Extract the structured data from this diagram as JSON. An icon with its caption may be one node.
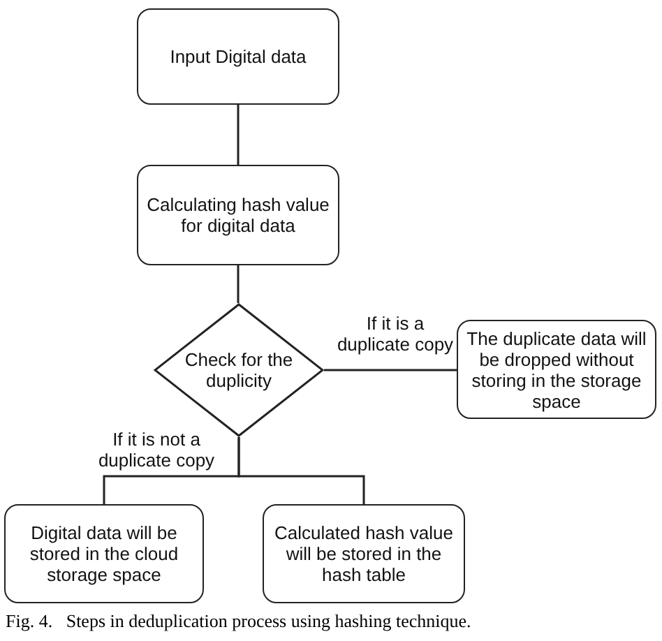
{
  "diagram": {
    "caption": "Fig. 4.   Steps in deduplication process using hashing technique.",
    "nodes": [
      {
        "text": [
          "Input Digital data"
        ]
      },
      {
        "text": [
          "Calculating hash value for digital data"
        ]
      },
      {
        "text": [
          "Check for the duplicity"
        ]
      },
      {
        "text": [
          "The duplicate data will be dropped without storing in the storage space"
        ]
      },
      {
        "text": [
          "Digital data will be stored in the cloud storage space"
        ]
      },
      {
        "text": [
          "Calculated hash value will be stored in the hash table"
        ]
      }
    ],
    "edges": [
      {
        "from": 0,
        "to": 1,
        "arrow": "none"
      },
      {
        "from": 1,
        "to": 2,
        "arrow": "none"
      },
      {
        "from": 2,
        "to": 3,
        "arrow": "none",
        "label": "If it is a duplicate copy"
      },
      {
        "from": 2,
        "to": 4,
        "arrow": "none",
        "label": "If it is not a duplicate copy"
      },
      {
        "from": 2,
        "to": 5,
        "arrow": "none"
      }
    ]
  }
}
